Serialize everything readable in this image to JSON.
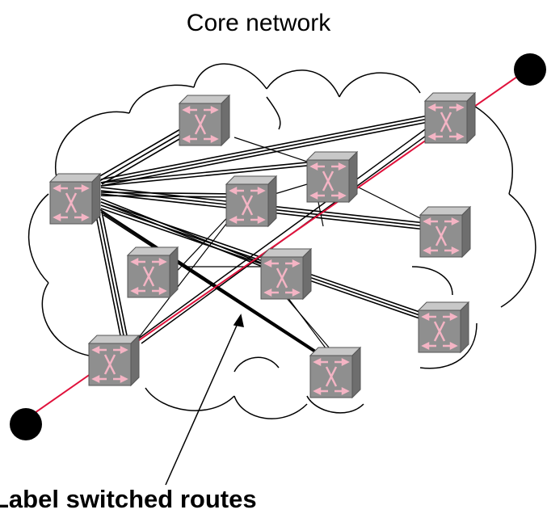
{
  "title": "Core network",
  "caption": "Label switched routes",
  "colors": {
    "route_line": "#e0123c",
    "router_face": "#8f8f8f",
    "router_top": "#c4c4c4",
    "router_side": "#6e6e6e",
    "router_arrows": "#f4b4c4",
    "endpoint": "#000000"
  },
  "icons": {
    "router": "router-icon",
    "endpoint": "endpoint-node"
  }
}
